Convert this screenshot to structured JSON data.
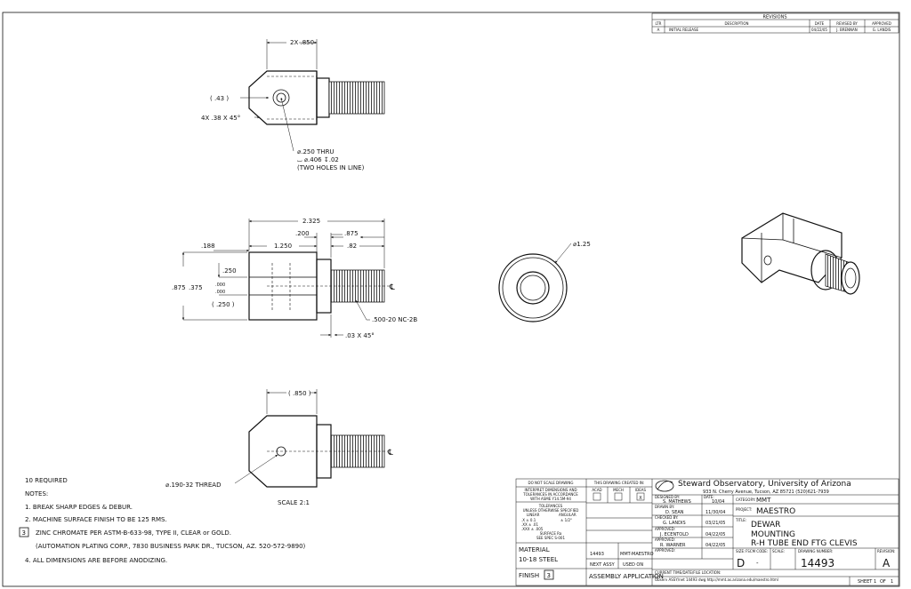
{
  "revisions": {
    "title": "REVISIONS",
    "headers": {
      "ltr": "LTR",
      "description": "DESCRIPTION",
      "date": "DATE",
      "revised_by": "REVISED BY",
      "approved": "APPROVED"
    },
    "row": {
      "ltr": "A",
      "description": "INITIAL RELEASE",
      "date": "04/22/05",
      "revised_by": "J. BRENNAN",
      "approved": "G. LANDIS"
    }
  },
  "top_view": {
    "dim_width": "2X .850",
    "dim_hole_pos": "( .43 )",
    "dim_chamfer": "4X .38 X 45°",
    "note_line1": "⌀.250 THRU",
    "note_line2": "⌴ ⌀.406 ↧.02",
    "note_line3": "(TWO HOLES IN LINE)"
  },
  "front_view": {
    "dim_overall": "2.325",
    "dim_200": ".200",
    "dim_875": ".875",
    "dim_188": ".188",
    "dim_1250": "1.250",
    "dim_82": ".82",
    "dim_250": ".250",
    "dim_875_375": ".875",
    "dim_375": ".375",
    "dim_000a": ".000",
    "dim_000b": ".000",
    "dim_250b": "( .250 )",
    "thread": ".500-20 NC-2B",
    "chamfer": ".03 X 45°",
    "centerline": "℄"
  },
  "end_view": {
    "diameter": "⌀1.25"
  },
  "bottom_view": {
    "dim_850": "( .850 )",
    "hole": "⌀.190-32 THREAD",
    "scale": "SCALE 2:1",
    "centerline": "℄"
  },
  "notes": {
    "required": "10 REQUIRED",
    "title": "NOTES:",
    "n1": "1. BREAK SHARP EDGES & DEBUR.",
    "n2": "2. MACHINE SURFACE FINISH TO BE 125 RMS.",
    "n3_num": "3",
    "n3": "ZINC CHROMATE PER ASTM-B-633-98, TYPE II, CLEAR or GOLD.",
    "n3b": "(AUTOMATION PLATING CORP., 7830 BUSINESS PARK DR., TUCSON, AZ. 520-572-9890)",
    "n4": "4. ALL DIMENSIONS ARE BEFORE ANODIZING."
  },
  "title_block": {
    "dnsd": "DO NOT SCALE DRAWING",
    "interpret1": "INTERPRET DIMENSIONS AND",
    "interpret2": "TOLERANCES IN ACCORDANCE",
    "interpret3": "WITH ASME Y14.5M-94",
    "tolerances": "TOLERANCES",
    "unless": "UNLESS OTHERWISE SPECIFIED",
    "linear": "LINEAR",
    "angular": "ANGULAR",
    "tol_x": ".X   ± 0.1",
    "tol_xx": ".XX  ± .01",
    "tol_xxx": ".XXX ± .005",
    "tol_ang": "± 1/2°",
    "ra": "SURFACE Ra",
    "spec": "SEE SPEC S-001",
    "created_in": "THIS DRAWING CREATED IN:",
    "acad": "ACAD",
    "mech": "MECH",
    "ideas": "IDEAS",
    "ideas_mark": "X",
    "observatory": "Steward Observatory, University of Arizona",
    "address": "933 N. Cherry Avenue, Tucson, AZ  85721   (520)621-7939",
    "designed_by_lbl": "DESIGNED BY:",
    "designed_by": "S. MATHEWS",
    "date_lbl": "DATE:",
    "designed_date": "10/04",
    "drawn_by_lbl": "DRAWN BY:",
    "drawn_by": "D. SEAN",
    "drawn_date": "11/30/04",
    "checked_lbl": "CHECKED BY:",
    "checked_by": "G. LANDIS",
    "checked_date": "03/21/05",
    "approved_lbl1": "APPROVED:",
    "approved_by1": "J. ECENTOLD",
    "approved_date1": "04/22/05",
    "approved_lbl2": "APPROVED:",
    "approved_by2": "R. WARNER",
    "approved_date2": "04/22/05",
    "approved_lbl3": "APPROVED:",
    "category_lbl": "CATEGORY:",
    "category": "MMT",
    "project_lbl": "PROJECT:",
    "project": "MAESTRO",
    "title_lbl": "TITLE:",
    "title1": "DEWAR",
    "title2": "MOUNTING",
    "title3": "R-H TUBE END FTG CLEVIS",
    "material_lbl": "MATERIAL",
    "material": "10-18 STEEL",
    "finish_lbl": "FINISH",
    "finish_num": "3",
    "part_no": "14493",
    "next_assy_no": "MMT-MAESTRO",
    "next_assy": "NEXT ASSY",
    "used_on": "USED ON",
    "assembly_app": "ASSEMBLY APPLICATION",
    "size_lbl": "SIZE:",
    "code_lbl": "FSCM CODE:",
    "scale_lbl": "SCALE:",
    "size": "D",
    "code": "-",
    "dwg_no_lbl": "DRAWING NUMBER:",
    "dwg_no": "14493",
    "rev_lbl": "REVISION:",
    "rev": "A",
    "current_loc": "CURRENT TIME/DATE/FILE LOCATION:",
    "current_path": "Observ  ASSY/net 14493 dwg  http://mmt.as.arizona.edu/maestro.html",
    "sheet_lbl": "SHEET",
    "sheet": "1",
    "of_lbl": "OF",
    "sheet_of": "1"
  }
}
